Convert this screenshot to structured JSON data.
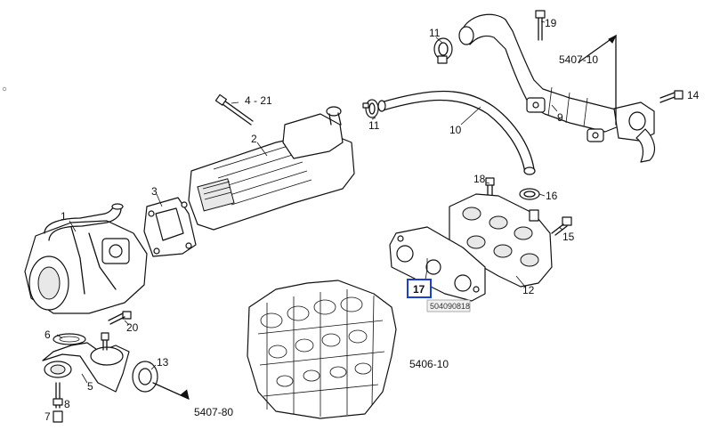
{
  "parts": {
    "p1": "1",
    "p2": "2",
    "p3": "3",
    "p4": "4 - 21",
    "p5": "5",
    "p6": "6",
    "p7": "7",
    "p8": "8",
    "p9": "9",
    "p10": "10",
    "p11a": "11",
    "p11b": "11",
    "p12": "12",
    "p13": "13",
    "p14": "14",
    "p15": "15",
    "p16": "16",
    "p17": "17",
    "p18": "18",
    "p19": "19",
    "p20": "20"
  },
  "refs": {
    "r1": "5407-10",
    "r2": "5406-10",
    "r3": "5407-80"
  },
  "tooltip": "504090818",
  "colors": {
    "highlight": "#1a3fd6",
    "line": "#111111"
  }
}
